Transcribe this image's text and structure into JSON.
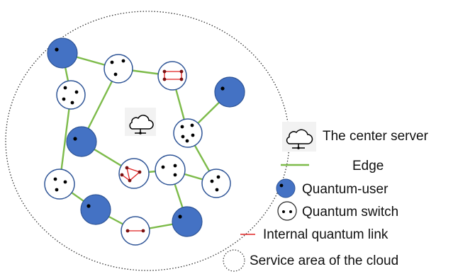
{
  "colors": {
    "edge": "#7dbb4a",
    "user_fill": "#4472c4",
    "node_stroke": "#2f5597",
    "internal_link": "#e02020",
    "internal_dot": "#7a1010",
    "dot": "#000000",
    "boundary": "#333333"
  },
  "legend": {
    "center_server": "The center server",
    "edge": "Edge",
    "quantum_user": "Quantum-user",
    "quantum_switch": "Quantum switch",
    "internal_link": "Internal quantum link",
    "service_area": "Service area of the cloud"
  },
  "icons": {
    "server": "cloud-server-icon"
  }
}
